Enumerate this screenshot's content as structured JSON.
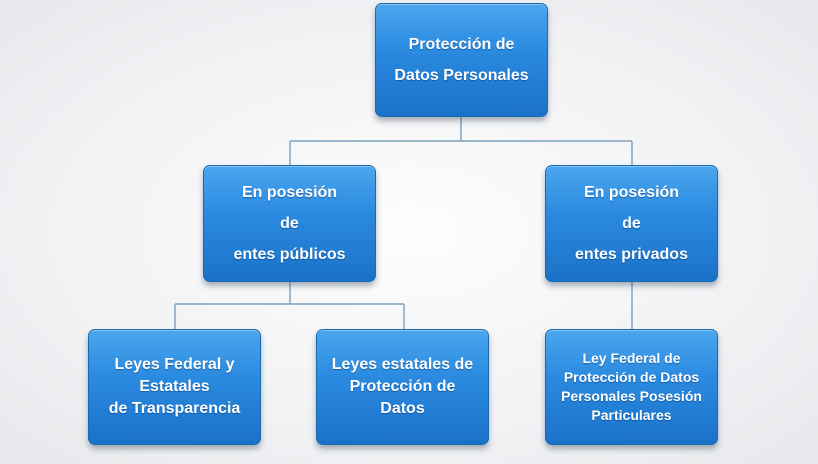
{
  "diagram": {
    "root": {
      "lines": [
        "Protección de",
        "Datos Personales"
      ]
    },
    "public_branch": {
      "lines": [
        "En posesión",
        "de",
        "entes públicos"
      ]
    },
    "private_branch": {
      "lines": [
        "En posesión",
        "de",
        "entes privados"
      ]
    },
    "laws_transparency": {
      "lines": [
        "Leyes Federal y",
        "Estatales",
        "de Transparencia"
      ]
    },
    "laws_state": {
      "lines": [
        "Leyes estatales de",
        "Protección de",
        "Datos"
      ]
    },
    "law_private": {
      "lines": [
        "Ley Federal de",
        "Protección de Datos",
        "Personales Posesión",
        "Particulares"
      ]
    },
    "colors": {
      "node_top": "#4aa6ee",
      "node_bottom": "#1a72c8",
      "connector": "#7f9fb8",
      "text": "#ffffff"
    }
  }
}
